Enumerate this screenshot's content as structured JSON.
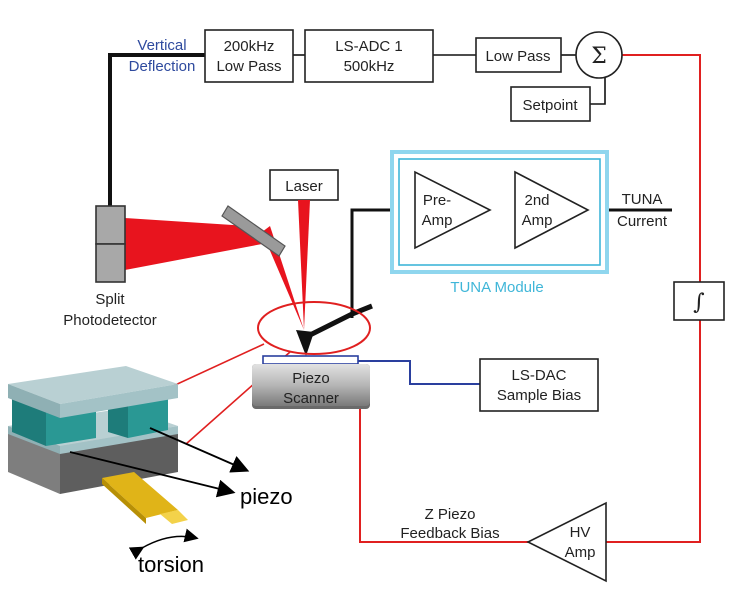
{
  "labels": {
    "vertical": "Vertical",
    "deflection": "Deflection",
    "lp200_line1": "200kHz",
    "lp200_line2": "Low Pass",
    "adc_line1": "LS-ADC 1",
    "adc_line2": "500kHz",
    "low_pass": "Low Pass",
    "sigma": "Σ",
    "setpoint": "Setpoint",
    "laser": "Laser",
    "preamp_line1": "Pre-",
    "preamp_line2": "Amp",
    "amp2_line1": "2nd",
    "amp2_line2": "Amp",
    "tuna_line1": "TUNA",
    "tuna_line2": "Current",
    "tuna_module": "TUNA Module",
    "split": "Split",
    "photodetector": "Photodetector",
    "integrator": "∫",
    "piezo_line1": "Piezo",
    "piezo_line2": "Scanner",
    "lsdac_line1": "LS-DAC",
    "lsdac_line2": "Sample Bias",
    "zpiezo_line1": "Z Piezo",
    "zpiezo_line2": "Feedback Bias",
    "hv_line1": "HV",
    "hv_line2": "Amp",
    "piezo_callout": "piezo",
    "torsion_callout": "torsion"
  },
  "colors": {
    "feedback_red": "#e02020",
    "laser_red": "#e8141e",
    "wire_black": "#111111",
    "bias_blue": "#2a3f9e",
    "tuna_cyan": "#3fb6d8",
    "label_blue": "#2e4a9e",
    "teal": "#2a8a86",
    "gold": "#d9ac0a"
  }
}
